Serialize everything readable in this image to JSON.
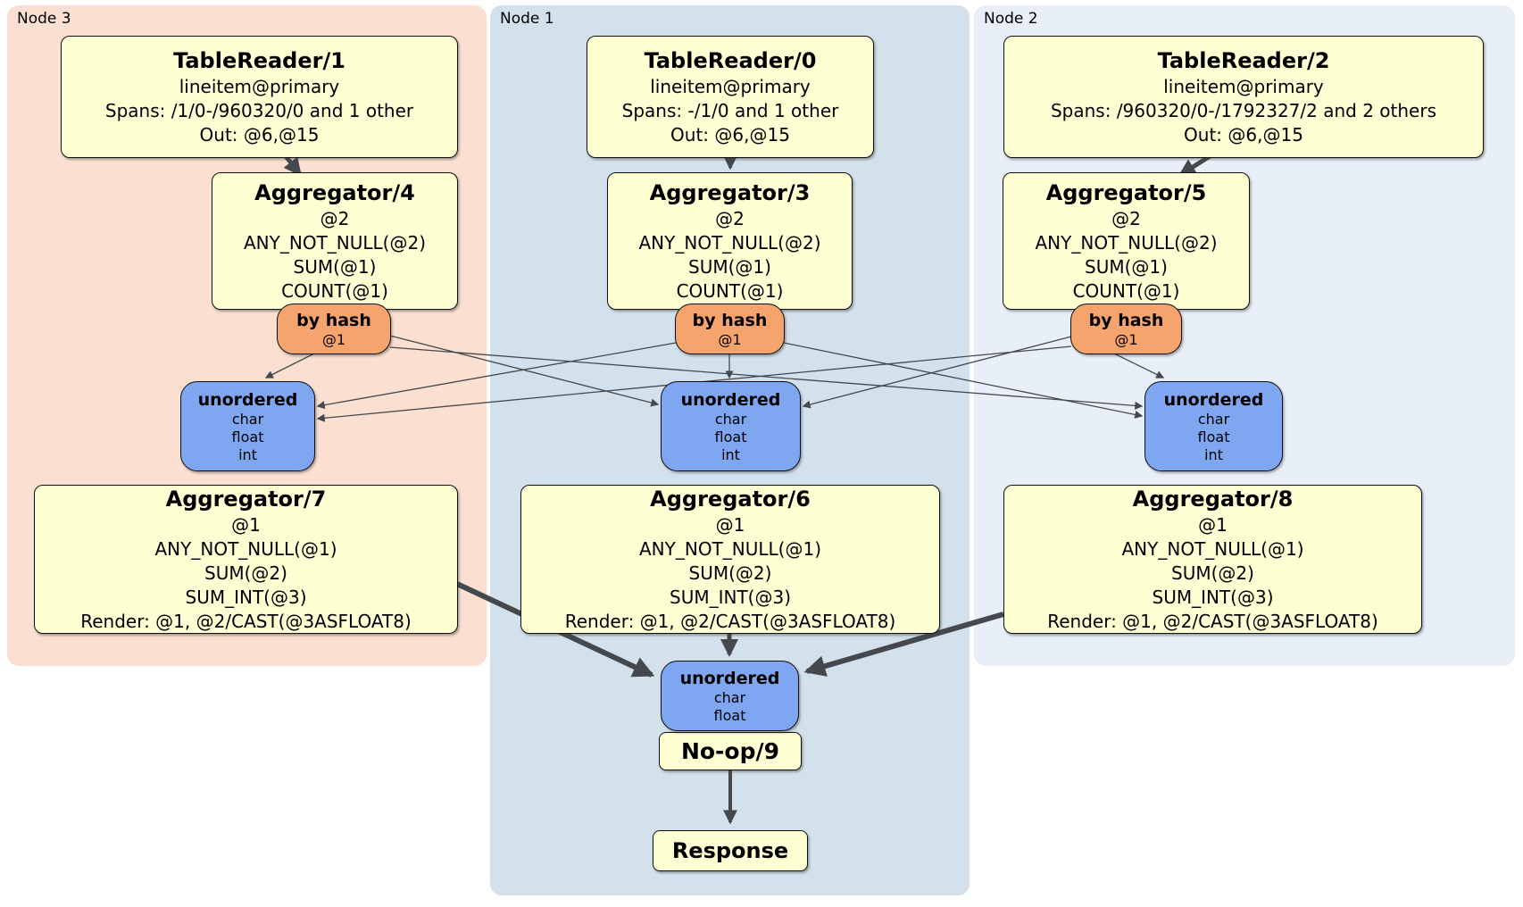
{
  "groups": [
    {
      "label": "Node 3",
      "table_reader": {
        "title": "TableReader/1",
        "lines": [
          "lineitem@primary",
          "Spans: /1/0-/960320/0 and 1 other",
          "Out: @6,@15"
        ]
      },
      "aggregator_top": {
        "title": "Aggregator/4",
        "lines": [
          "@2",
          "ANY_NOT_NULL(@2)",
          "SUM(@1)",
          "COUNT(@1)"
        ]
      },
      "router": {
        "title": "by hash",
        "lines": [
          "@1"
        ]
      },
      "sync": {
        "title": "unordered",
        "lines": [
          "char",
          "float",
          "int"
        ]
      },
      "aggregator_bottom": {
        "title": "Aggregator/7",
        "lines": [
          "@1",
          "ANY_NOT_NULL(@1)",
          "SUM(@2)",
          "SUM_INT(@3)",
          "Render: @1, @2/CAST(@3ASFLOAT8)"
        ]
      }
    },
    {
      "label": "Node 1",
      "table_reader": {
        "title": "TableReader/0",
        "lines": [
          "lineitem@primary",
          "Spans: -/1/0 and 1 other",
          "Out: @6,@15"
        ]
      },
      "aggregator_top": {
        "title": "Aggregator/3",
        "lines": [
          "@2",
          "ANY_NOT_NULL(@2)",
          "SUM(@1)",
          "COUNT(@1)"
        ]
      },
      "router": {
        "title": "by hash",
        "lines": [
          "@1"
        ]
      },
      "sync": {
        "title": "unordered",
        "lines": [
          "char",
          "float",
          "int"
        ]
      },
      "aggregator_bottom": {
        "title": "Aggregator/6",
        "lines": [
          "@1",
          "ANY_NOT_NULL(@1)",
          "SUM(@2)",
          "SUM_INT(@3)",
          "Render: @1, @2/CAST(@3ASFLOAT8)"
        ]
      }
    },
    {
      "label": "Node 2",
      "table_reader": {
        "title": "TableReader/2",
        "lines": [
          "lineitem@primary",
          "Spans: /960320/0-/1792327/2 and 2 others",
          "Out: @6,@15"
        ]
      },
      "aggregator_top": {
        "title": "Aggregator/5",
        "lines": [
          "@2",
          "ANY_NOT_NULL(@2)",
          "SUM(@1)",
          "COUNT(@1)"
        ]
      },
      "router": {
        "title": "by hash",
        "lines": [
          "@1"
        ]
      },
      "sync": {
        "title": "unordered",
        "lines": [
          "char",
          "float",
          "int"
        ]
      },
      "aggregator_bottom": {
        "title": "Aggregator/8",
        "lines": [
          "@1",
          "ANY_NOT_NULL(@1)",
          "SUM(@2)",
          "SUM_INT(@3)",
          "Render: @1, @2/CAST(@3ASFLOAT8)"
        ]
      }
    }
  ],
  "final": {
    "sync": {
      "title": "unordered",
      "lines": [
        "char",
        "float"
      ]
    },
    "noop": {
      "title": "No-op/9"
    },
    "response": {
      "title": "Response"
    }
  },
  "edges": [
    {
      "from": "TableReader/1",
      "to": "Aggregator/4"
    },
    {
      "from": "TableReader/0",
      "to": "Aggregator/3"
    },
    {
      "from": "TableReader/2",
      "to": "Aggregator/5"
    },
    {
      "from": "by hash @1 (Node 3)",
      "to": "unordered (Node 3)"
    },
    {
      "from": "by hash @1 (Node 3)",
      "to": "unordered (Node 1)"
    },
    {
      "from": "by hash @1 (Node 3)",
      "to": "unordered (Node 2)"
    },
    {
      "from": "by hash @1 (Node 1)",
      "to": "unordered (Node 3)"
    },
    {
      "from": "by hash @1 (Node 1)",
      "to": "unordered (Node 1)"
    },
    {
      "from": "by hash @1 (Node 1)",
      "to": "unordered (Node 2)"
    },
    {
      "from": "by hash @1 (Node 2)",
      "to": "unordered (Node 3)"
    },
    {
      "from": "by hash @1 (Node 2)",
      "to": "unordered (Node 1)"
    },
    {
      "from": "by hash @1 (Node 2)",
      "to": "unordered (Node 2)"
    },
    {
      "from": "Aggregator/7",
      "to": "unordered (final)"
    },
    {
      "from": "Aggregator/6",
      "to": "unordered (final)"
    },
    {
      "from": "Aggregator/8",
      "to": "unordered (final)"
    },
    {
      "from": "unordered (final)",
      "to": "No-op/9"
    },
    {
      "from": "No-op/9",
      "to": "Response"
    }
  ],
  "colors": {
    "node3_bg": "#fbe0d1",
    "node1_bg": "#d2e1eb",
    "node2_bg": "#e9eff9",
    "processor_bg": "#feffd2",
    "router_bg": "#f6a46e",
    "sync_bg": "#7fa6f0",
    "edge": "#45494d"
  }
}
